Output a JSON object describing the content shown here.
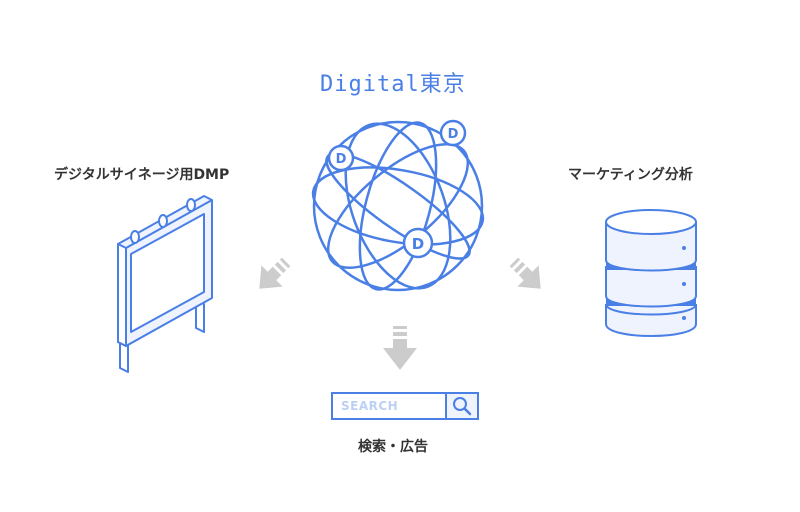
{
  "brand": {
    "title": "Digital東京"
  },
  "nodes": {
    "signage": {
      "label": "デジタルサイネージ用DMP",
      "icon": "signboard-icon"
    },
    "marketing": {
      "label": "マーケティング分析",
      "icon": "database-icon"
    },
    "search": {
      "label": "検索・広告",
      "icon": "search-bar-icon",
      "search_box_text": "SEARCH"
    }
  },
  "hub": {
    "icon": "globe-network-icon",
    "node_letters": [
      "D",
      "D",
      "D"
    ]
  },
  "colors": {
    "accent": "#4a7fe6",
    "accent_light": "#eef3fd",
    "arrow": "#cccccc",
    "text": "#333333"
  }
}
